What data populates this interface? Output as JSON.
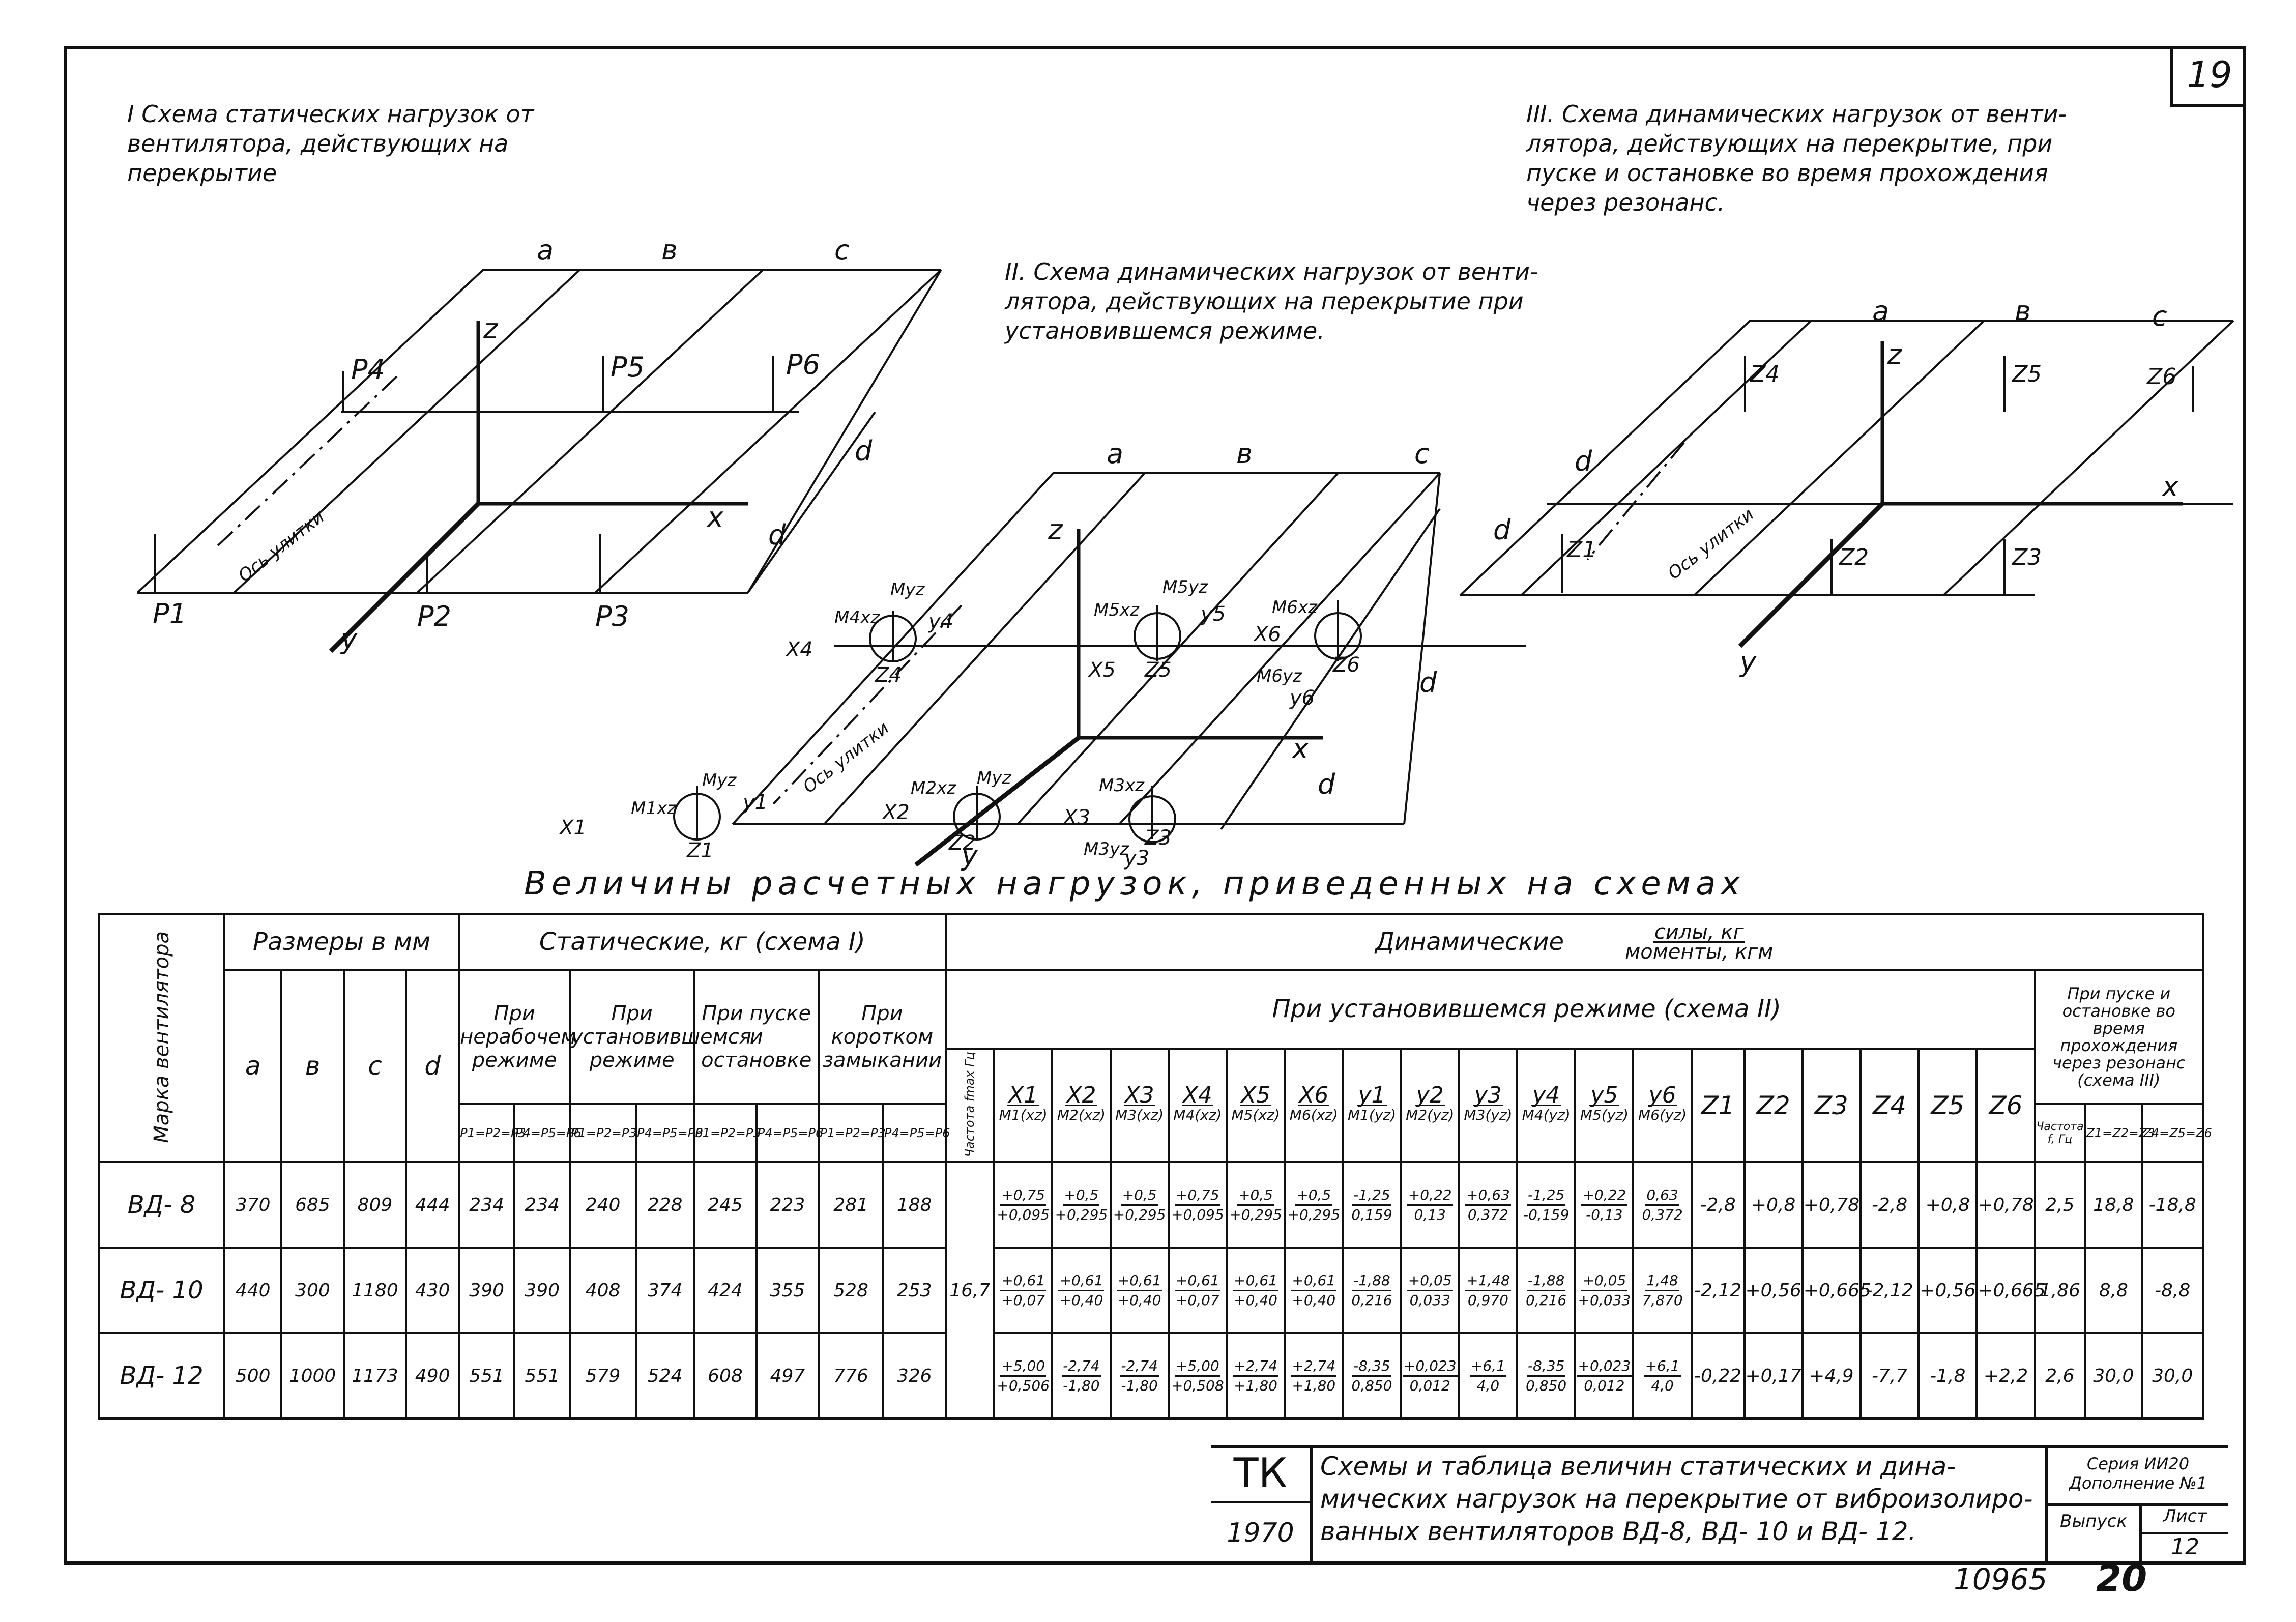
{
  "sheet_number": "19",
  "captions": {
    "scheme1": "I Схема статических нагрузок от\nвентилятора, действующих  на\n            перекрытие",
    "scheme2": "II. Схема динамических нагрузок от венти-\nлятора, действующих на перекрытие при\nустановившемся  режиме.",
    "scheme3": "III. Схема динамических нагрузок от венти-\nлятора, действующих на перекрытие, при\nпуске и остановке во время прохождения\nчерез резонанс."
  },
  "diagram_labels": {
    "a": "a",
    "b": "в",
    "c": "c",
    "d": "d",
    "x": "x",
    "y": "y",
    "z": "z",
    "axis": "Ось улитки",
    "P1": "P1",
    "P2": "P2",
    "P3": "P3",
    "P4": "P4",
    "P5": "P5",
    "P6": "P6",
    "Z1": "Z1",
    "Z2": "Z2",
    "Z3": "Z3",
    "Z4": "Z4",
    "Z5": "Z5",
    "Z6": "Z6",
    "X1": "X1",
    "X2": "X2",
    "X3": "X3",
    "X4": "X4",
    "X5": "X5",
    "X6": "X6",
    "Y1": "y1",
    "Y2": "y2",
    "Y3": "y3",
    "Y4": "y4",
    "Y5": "y5",
    "Y6": "y6",
    "M1xz": "M1xz",
    "M1yz": "Myz",
    "M2xz": "M2xz",
    "M2yz": "Myz",
    "M3xz": "M3xz",
    "M3yz": "M3yz",
    "M4xz": "M4xz",
    "M4yz": "Myz",
    "M5xz": "M5xz",
    "M5yz": "M5yz",
    "M6xz": "M6xz",
    "M6yz": "M6yz"
  },
  "table": {
    "title": "Величины   расчетных   нагрузок,   приведенных   на   схемах",
    "col_brand": "Марка вентилятора",
    "col_sizes": "Размеры в мм",
    "col_static": "Статические, кг (схема I)",
    "col_dynamic": "Динамические",
    "dynamic_num": "силы, кг",
    "dynamic_den": "моменты, кгм",
    "steady_mode": "При установившемся  режиме    (схема II)",
    "startup_mode": "При пуске и остановке во время прохождения через резонанс (схема III)",
    "size_cols": [
      "a",
      "в",
      "c",
      "d"
    ],
    "static_groups": [
      "При нерабочем режиме",
      "При установившемся режиме",
      "При пуске и остановке",
      "При коротком замыкании"
    ],
    "static_sub": [
      "P1=P2=P3",
      "P4=P5=P6",
      "P1=P2=P3",
      "P4=P5=P6",
      "P1=P2=P3",
      "P4=P5=P6",
      "P1=P2=P3",
      "P4=P5=P6"
    ],
    "freq_header": "Частота fmax Гц",
    "dyn_force_headers": [
      "X1",
      "X2",
      "X3",
      "X4",
      "X5",
      "X6",
      "y1",
      "y2",
      "y3",
      "y4",
      "y5",
      "y6"
    ],
    "dyn_moment_headers": [
      "M1(xz)",
      "M2(xz)",
      "M3(xz)",
      "M4(xz)",
      "M5(xz)",
      "M6(xz)",
      "M1(yz)",
      "M2(yz)",
      "M3(yz)",
      "M4(yz)",
      "M5(yz)",
      "M6(yz)"
    ],
    "z_headers": [
      "Z1",
      "Z2",
      "Z3",
      "Z4",
      "Z5",
      "Z6"
    ],
    "resonance_sub": [
      "Частота f, Гц",
      "Z1=Z2=Z3",
      "Z4=Z5=Z6"
    ],
    "frequency": "16,7",
    "rows": [
      {
        "brand": "ВД- 8",
        "sizes": [
          "370",
          "685",
          "809",
          "444"
        ],
        "static": [
          "234",
          "234",
          "240",
          "228",
          "245",
          "223",
          "281",
          "188"
        ],
        "forces": [
          "+0,75",
          "+0,5",
          "+0,5",
          "+0,75",
          "+0,5",
          "+0,5",
          "-1,25",
          "+0,22",
          "+0,63",
          "-1,25",
          "+0,22",
          "0,63"
        ],
        "moments": [
          "+0,095",
          "+0,295",
          "+0,295",
          "+0,095",
          "+0,295",
          "+0,295",
          "0,159",
          "0,13",
          "0,372",
          "-0,159",
          "-0,13",
          "0,372"
        ],
        "z": [
          "-2,8",
          "+0,8",
          "+0,78",
          "-2,8",
          "+0,8",
          "+0,78"
        ],
        "resonance": [
          "2,5",
          "18,8",
          "-18,8"
        ]
      },
      {
        "brand": "ВД- 10",
        "sizes": [
          "440",
          "300",
          "1180",
          "430"
        ],
        "static": [
          "390",
          "390",
          "408",
          "374",
          "424",
          "355",
          "528",
          "253"
        ],
        "forces": [
          "+0,61",
          "+0,61",
          "+0,61",
          "+0,61",
          "+0,61",
          "+0,61",
          "-1,88",
          "+0,05",
          "+1,48",
          "-1,88",
          "+0,05",
          "1,48"
        ],
        "moments": [
          "+0,07",
          "+0,40",
          "+0,40",
          "+0,07",
          "+0,40",
          "+0,40",
          "0,216",
          "0,033",
          "0,970",
          "0,216",
          "+0,033",
          "7,870"
        ],
        "z": [
          "-2,12",
          "+0,56",
          "+0,665",
          "-2,12",
          "+0,56",
          "+0,665"
        ],
        "resonance": [
          "1,86",
          "8,8",
          "-8,8"
        ]
      },
      {
        "brand": "ВД- 12",
        "sizes": [
          "500",
          "1000",
          "1173",
          "490"
        ],
        "static": [
          "551",
          "551",
          "579",
          "524",
          "608",
          "497",
          "776",
          "326"
        ],
        "forces": [
          "+5,00",
          "-2,74",
          "-2,74",
          "+5,00",
          "+2,74",
          "+2,74",
          "-8,35",
          "+0,023",
          "+6,1",
          "-8,35",
          "+0,023",
          "+6,1"
        ],
        "moments": [
          "+0,506",
          "-1,80",
          "-1,80",
          "+0,508",
          "+1,80",
          "+1,80",
          "0,850",
          "0,012",
          "4,0",
          "0,850",
          "0,012",
          "4,0"
        ],
        "z": [
          "-0,22",
          "+0,17",
          "+4,9",
          "-7,7",
          "-1,8",
          "+2,2"
        ],
        "resonance": [
          "2,6",
          "30,0",
          "30,0"
        ]
      }
    ]
  },
  "stamp": {
    "org": "ТК",
    "year": "1970",
    "description": "Схемы и таблица величин статических и дина-\nмических нагрузок на перекрытие от виброизолиро-\nванных вентиляторов ВД-8, ВД- 10 и ВД- 12.",
    "series": "Серия ИИ20\nДополнение №1",
    "issue_label": "Выпуск",
    "sheet_label": "Лист",
    "sheet_value": "12"
  },
  "bottom": {
    "code": "10965",
    "page": "20"
  }
}
